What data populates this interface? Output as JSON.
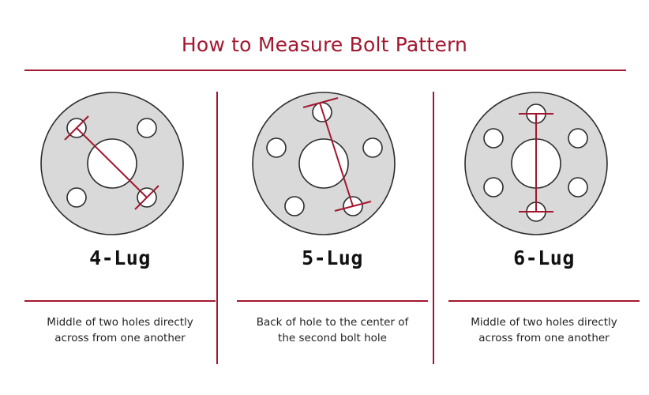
{
  "header": {
    "title": "How to Measure Bolt Pattern"
  },
  "patterns": [
    {
      "label": "4-Lug",
      "description": [
        "Middle of two holes directly",
        "across from one another"
      ]
    },
    {
      "label": "5-Lug",
      "description": [
        "Back of hole to the center of",
        "the second bolt hole"
      ]
    },
    {
      "label": "6-Lug",
      "description": [
        "Middle of two holes directly",
        "across from one another"
      ]
    }
  ],
  "colors": {
    "accent": "#a3172f",
    "disc": "#d9d9d9",
    "outline": "#2b2b2b"
  }
}
